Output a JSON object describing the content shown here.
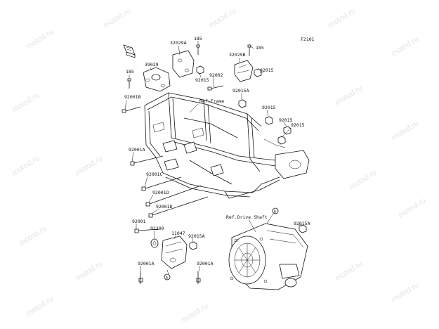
{
  "fig_code": "F2101",
  "ref_frame": "Ref.Frame",
  "ref_drive_shaft": "Ref.Drive Shaft",
  "callout_a": "A",
  "watermark": "motod.ru",
  "labels": {
    "p32029a": "32029A",
    "p185_top": "185",
    "p32029b": "32029B",
    "p185_right": "185",
    "p39029": "39029",
    "p185_left": "185",
    "p92015_a": "92015",
    "p92002": "92002",
    "p92015_b": "92015",
    "p92001b": "92001B",
    "p92015a_top": "92015A",
    "p92015_c": "92015",
    "p92015_d": "92015",
    "p92015_e": "92015",
    "p92001a_top": "92001A",
    "p92001c": "92001C",
    "p92001d_a": "92001D",
    "p92001d_b": "92001D",
    "p92001": "92001",
    "p92200": "92200",
    "p11047": "11047",
    "p92015a_mid": "92015A",
    "p92015a_right": "92015A",
    "p92001a_bl": "92001A",
    "p92001a_bm": "92001A"
  }
}
